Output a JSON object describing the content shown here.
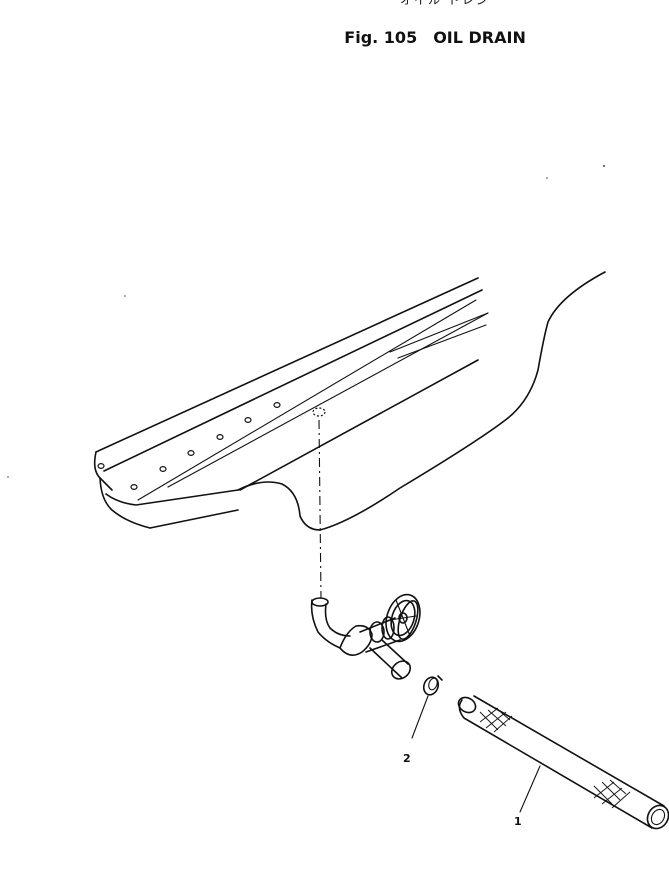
{
  "header": {
    "title_japanese": "オイル ドレン",
    "fig_number": "Fig. 105",
    "fig_title": "OIL DRAIN"
  },
  "callouts": [
    {
      "id": "2",
      "label": "2"
    },
    {
      "id": "1",
      "label": "1"
    }
  ]
}
